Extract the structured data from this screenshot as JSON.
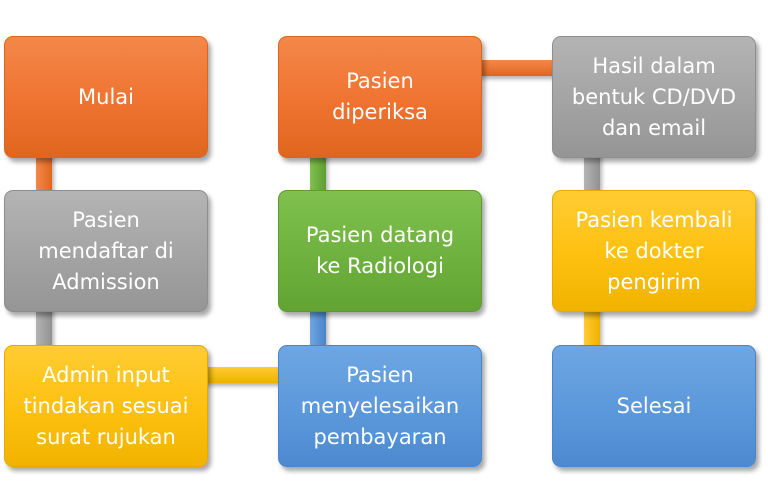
{
  "diagram": {
    "steps": {
      "mulai": "Mulai",
      "mendaftar": "Pasien\nmendaftar di\nAdmission",
      "admin_input": "Admin input\ntindakan sesuai\nsurat rujukan",
      "diperiksa": "Pasien\ndiperiksa",
      "datang": "Pasien datang\nke Radiologi",
      "pembayaran": "Pasien\nmenyelesaikan\npembayaran",
      "hasil": "Hasil dalam\nbentuk CD/DVD\ndan email",
      "kembali": "Pasien kembali\nke dokter\npengirim",
      "selesai": "Selesai"
    },
    "colors": {
      "orange": "#ef7330",
      "gray": "#a3a3a3",
      "yellow": "#fdc00f",
      "green": "#6fb13e",
      "blue": "#5b98db"
    }
  }
}
